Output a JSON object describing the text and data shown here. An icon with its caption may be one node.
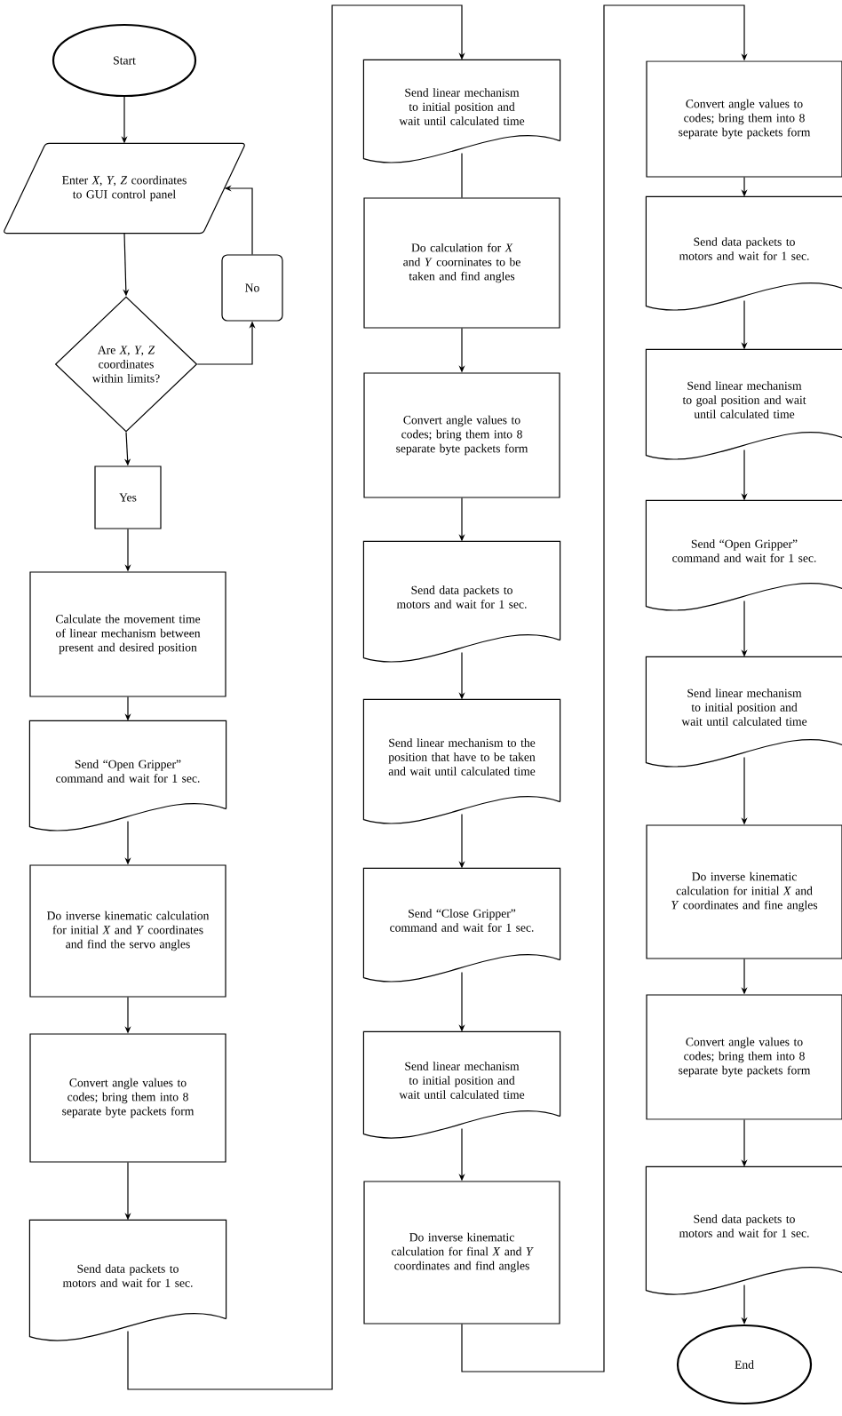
{
  "diagram": {
    "nodes": [
      {
        "text": [
          "Start"
        ]
      },
      {
        "text": [
          "Enter *X*, *Y*, *Z* coordinates to GUI control panel"
        ]
      },
      {
        "text": [
          "Are *X*, *Y*, *Z* coordinates within limits?"
        ]
      },
      {
        "text": [
          "No"
        ]
      },
      {
        "text": [
          "Yes"
        ]
      },
      {
        "text": [
          "Calculate the movement time of linear mechanism between present and desired position"
        ]
      },
      {
        "text": [
          "Send “Open Gripper” command and wait for 1 sec."
        ]
      },
      {
        "text": [
          "Do inverse kinematic calculation for initial *X* and *Y* coordinates and find the servo angles"
        ]
      },
      {
        "text": [
          "Convert angle values to codes; bring them into 8 separate byte packets form"
        ]
      },
      {
        "text": [
          "Send data packets to motors and wait for 1 sec."
        ]
      },
      {
        "text": [
          "Send linear mechanism to initial position and wait until calculated time"
        ]
      },
      {
        "text": [
          "Do calculation for *X* and *Y* coorninates to be taken and find angles"
        ]
      },
      {
        "text": [
          "Convert angle values to codes; bring them into 8 separate byte packets form"
        ]
      },
      {
        "text": [
          "Send data packets to motors and wait for 1 sec."
        ]
      },
      {
        "text": [
          "Send linear mechanism to the position that have to be taken and wait until calculated time"
        ]
      },
      {
        "text": [
          "Send “Close Gripper” command and wait for 1 sec."
        ]
      },
      {
        "text": [
          "Send linear mechanism to initial position and wait until calculated time"
        ]
      },
      {
        "text": [
          "Do inverse kinematic calculation for final *X* and *Y* coordinates and find angles"
        ]
      },
      {
        "text": [
          "Convert angle values to codes; bring them into 8 separate byte packets form"
        ]
      },
      {
        "text": [
          "Send data packets to motors and wait for 1 sec."
        ]
      },
      {
        "text": [
          "Send linear mechanism to goal position and wait until calculated time"
        ]
      },
      {
        "text": [
          "Send “Open Gripper” command and wait for 1 sec."
        ]
      },
      {
        "text": [
          "Send linear mechanism to initial position and wait until calculated time"
        ]
      },
      {
        "text": [
          "Do inverse kinematic calculation for initial *X* and *Y* coordinates and fine angles"
        ]
      },
      {
        "text": [
          "Convert angle values to codes; bring them into 8 separate byte packets form"
        ]
      },
      {
        "text": [
          "Send data packets to motors and wait for 1 sec."
        ]
      },
      {
        "text": [
          "End"
        ]
      }
    ],
    "edges": [
      {
        "from": 0,
        "to": 1,
        "arrow": "to"
      },
      {
        "from": 1,
        "to": 2,
        "arrow": "to"
      },
      {
        "from": 2,
        "to": 3,
        "arrow": "to"
      },
      {
        "from": 3,
        "to": 1,
        "arrow": "to"
      },
      {
        "from": 2,
        "to": 4,
        "arrow": "to"
      },
      {
        "from": 4,
        "to": 5,
        "arrow": "to"
      },
      {
        "from": 5,
        "to": 6,
        "arrow": "to"
      },
      {
        "from": 6,
        "to": 7,
        "arrow": "to"
      },
      {
        "from": 7,
        "to": 8,
        "arrow": "to"
      },
      {
        "from": 8,
        "to": 9,
        "arrow": "to"
      },
      {
        "from": 9,
        "to": 10,
        "arrow": "to"
      },
      {
        "from": 10,
        "to": 11,
        "arrow": "none"
      },
      {
        "from": 11,
        "to": 12,
        "arrow": "to"
      },
      {
        "from": 12,
        "to": 13,
        "arrow": "to"
      },
      {
        "from": 13,
        "to": 14,
        "arrow": "to"
      },
      {
        "from": 14,
        "to": 15,
        "arrow": "to"
      },
      {
        "from": 15,
        "to": 16,
        "arrow": "to"
      },
      {
        "from": 16,
        "to": 17,
        "arrow": "to"
      },
      {
        "from": 17,
        "to": 18,
        "arrow": "to"
      },
      {
        "from": 18,
        "to": 19,
        "arrow": "to"
      },
      {
        "from": 19,
        "to": 20,
        "arrow": "to"
      },
      {
        "from": 20,
        "to": 21,
        "arrow": "to"
      },
      {
        "from": 21,
        "to": 22,
        "arrow": "to"
      },
      {
        "from": 22,
        "to": 23,
        "arrow": "to"
      },
      {
        "from": 23,
        "to": 24,
        "arrow": "to"
      },
      {
        "from": 24,
        "to": 25,
        "arrow": "to"
      },
      {
        "from": 25,
        "to": 26,
        "arrow": "to"
      }
    ]
  }
}
